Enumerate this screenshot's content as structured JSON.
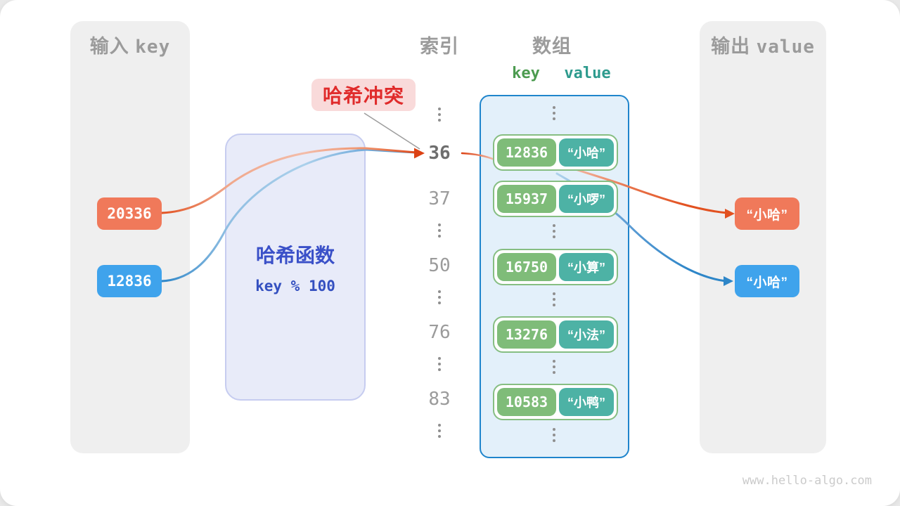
{
  "watermark": "www.hello-algo.com",
  "input_panel": {
    "title_cjk": "输入",
    "title_latin": "key",
    "items": [
      {
        "label": "20336",
        "color": "#F0795A"
      },
      {
        "label": "12836",
        "color": "#3FA3EC"
      }
    ]
  },
  "output_panel": {
    "title_cjk": "输出",
    "title_latin": "value",
    "items": [
      {
        "label": "“小哈”",
        "color": "#F0795A"
      },
      {
        "label": "“小哈”",
        "color": "#3FA3EC"
      }
    ]
  },
  "hash_box": {
    "title": "哈希函数",
    "formula": "key % 100"
  },
  "collision_label": "哈希冲突",
  "index_column": {
    "title": "索引",
    "indices": [
      "36",
      "37",
      "50",
      "76",
      "83"
    ],
    "highlighted_index": "36"
  },
  "array": {
    "title": "数组",
    "key_header": "key",
    "value_header": "value",
    "rows": [
      {
        "key": "12836",
        "value": "“小哈”"
      },
      {
        "key": "15937",
        "value": "“小啰”"
      },
      {
        "key": "16750",
        "value": "“小算”"
      },
      {
        "key": "13276",
        "value": "“小法”"
      },
      {
        "key": "10583",
        "value": "“小鸭”"
      }
    ]
  },
  "colors": {
    "box_orange": "#F0795A",
    "box_blue": "#3FA3EC",
    "arrow_orange": "#DC4214",
    "arrow_blue": "#2E86C8",
    "key_green": "#7FBC79",
    "value_teal": "#4DB2A5",
    "hash_text_blue": "#3A50C8",
    "collision_red": "#E02B2B",
    "array_border_blue": "#1F85CC"
  }
}
